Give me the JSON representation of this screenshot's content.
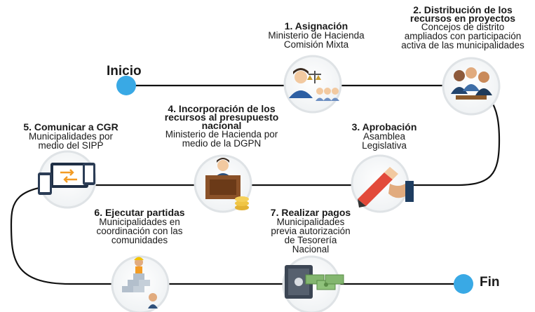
{
  "start": {
    "label": "Inicio"
  },
  "end": {
    "label": "Fin"
  },
  "steps": [
    {
      "title": "1. Asignación",
      "lines": [
        "Ministerio de Hacienda",
        "Comisión Mixta"
      ],
      "icon": "officials-meeting-icon"
    },
    {
      "title_lines": [
        "2. Distribución de los",
        "recursos en proyectos"
      ],
      "lines": [
        "Concejos de distrito",
        "ampliados con participación",
        "activa de las municipalidades"
      ],
      "icon": "community-meeting-icon"
    },
    {
      "title": "3. Aprobación",
      "lines": [
        "Asamblea",
        "Legislativa"
      ],
      "icon": "pen-signature-icon"
    },
    {
      "title_lines": [
        "4. Incorporación de los",
        "recursos al presupuesto",
        "nacional"
      ],
      "lines": [
        "Ministerio de Hacienda por",
        "medio de la DGPN"
      ],
      "icon": "treasury-official-icon"
    },
    {
      "title": "5. Comunicar a CGR",
      "lines": [
        "Municipalidades por",
        "medio del SIPP"
      ],
      "icon": "devices-transfer-icon"
    },
    {
      "title": "6. Ejecutar partidas",
      "lines": [
        "Municipalidades en",
        "coordinación con las",
        "comunidades"
      ],
      "icon": "construction-workers-icon"
    },
    {
      "title": "7. Realizar pagos",
      "lines": [
        "Municipalidades",
        "previa autorización",
        "de Tesorería",
        "Nacional"
      ],
      "icon": "safe-money-icon"
    }
  ],
  "colors": {
    "line": "#111111",
    "endpoint": "#39a9e5",
    "circle_border": "#dfe3e6",
    "accent": "#1e5b96"
  }
}
